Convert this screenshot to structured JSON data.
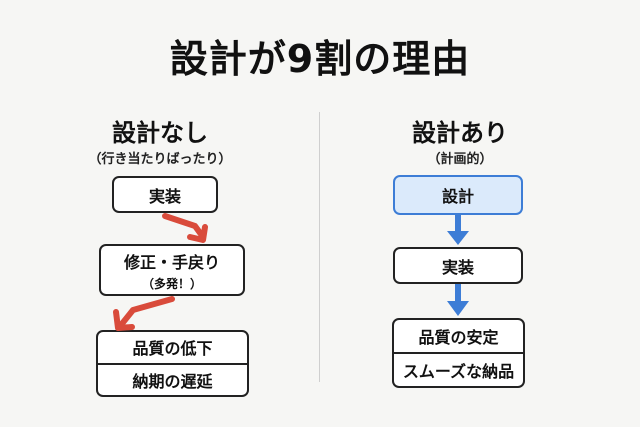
{
  "title": "設計が9割の理由",
  "left": {
    "heading": "設計なし",
    "subheading": "（行き当たりばったり）",
    "box1": "実装",
    "box2_main": "修正・手戻り",
    "box2_sub": "（多発！）",
    "box3_top": "品質の低下",
    "box3_bottom": "納期の遅延"
  },
  "right": {
    "heading": "設計あり",
    "subheading": "（計画的）",
    "box1": "設計",
    "box2": "実装",
    "box3_top": "品質の安定",
    "box3_bottom": "スムーズな納品"
  },
  "colors": {
    "red_arrow": "#d94b3b",
    "blue_arrow": "#3d7dd6",
    "blue_fill": "#dbeafb"
  }
}
